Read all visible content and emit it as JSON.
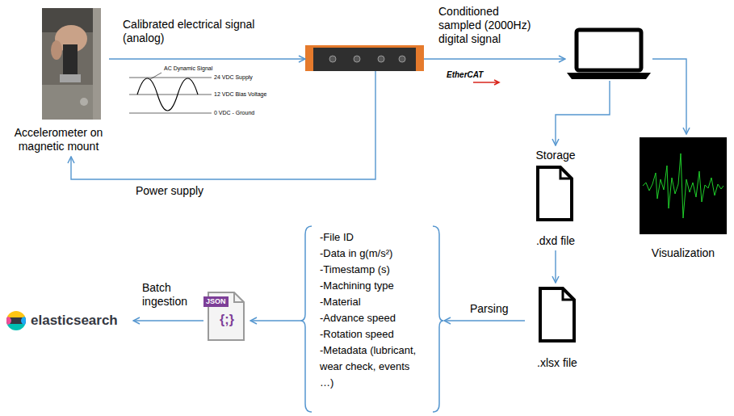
{
  "diagram": {
    "nodes": [
      {
        "text": [
          "Accelerometer on magnetic mount"
        ]
      },
      {
        "text": []
      },
      {
        "text": []
      },
      {
        "text": [
          "Storage",
          ".dxd file"
        ]
      },
      {
        "text": [
          "Visualization"
        ]
      },
      {
        "text": [
          ".xlsx file"
        ]
      },
      {
        "text": [
          "-File ID",
          "-Data in g(m/s²)",
          "-Timestamp (s)",
          "-Machining type",
          "-Material",
          "-Advance speed",
          "-Rotation speed",
          "-Metadata (lubricant, wear check, events …)"
        ]
      },
      {
        "text": [
          "JSON",
          "{;}"
        ]
      },
      {
        "text": [
          "elasticsearch"
        ]
      }
    ],
    "edges": [
      {
        "from": 0,
        "to": 1,
        "arrow": "to",
        "label": "Calibrated electrical signal (analog)"
      },
      {
        "from": 1,
        "to": 0,
        "arrow": "to",
        "label": "Power supply"
      },
      {
        "from": 1,
        "to": 2,
        "arrow": "to",
        "label": "Conditioned sampled (2000Hz) digital signal"
      },
      {
        "from": 2,
        "to": 3,
        "arrow": "to"
      },
      {
        "from": 2,
        "to": 4,
        "arrow": "to"
      },
      {
        "from": 3,
        "to": 5,
        "arrow": "to"
      },
      {
        "from": 5,
        "to": 6,
        "arrow": "to",
        "label": "Parsing"
      },
      {
        "from": 6,
        "to": 7,
        "arrow": "to"
      },
      {
        "from": 7,
        "to": 8,
        "arrow": "to",
        "label": "Batch ingestion"
      }
    ],
    "labels": [
      "AC Dynamic Signal",
      "24 VDC Supply",
      "12 VDC Bias Voltage",
      "0 VDC - Ground",
      "EtherCAT"
    ]
  }
}
